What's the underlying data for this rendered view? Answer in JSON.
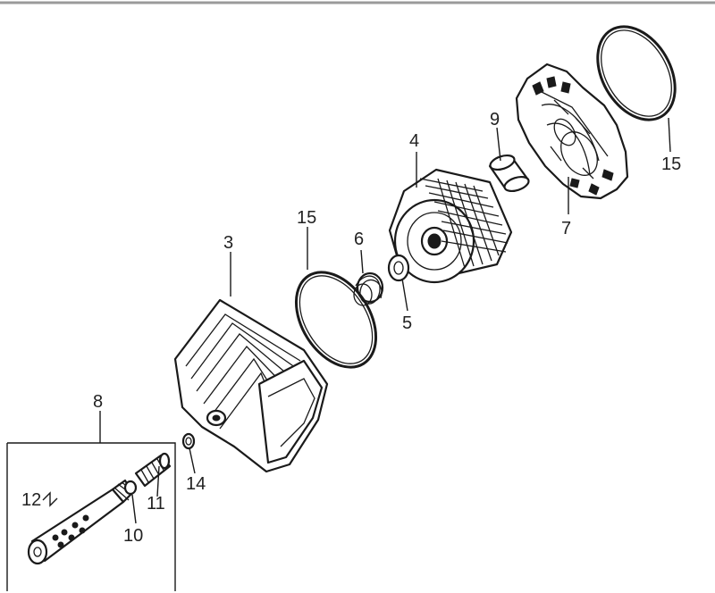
{
  "diagram": {
    "callouts": {
      "c3": "3",
      "c4": "4",
      "c5": "5",
      "c6": "6",
      "c7": "7",
      "c8": "8",
      "c9": "9",
      "c10": "10",
      "c11": "11",
      "c12": "12",
      "c14": "14",
      "c15a": "15",
      "c15b": "15"
    },
    "colors": {
      "line": "#1a1a1a",
      "background": "#ffffff"
    }
  }
}
